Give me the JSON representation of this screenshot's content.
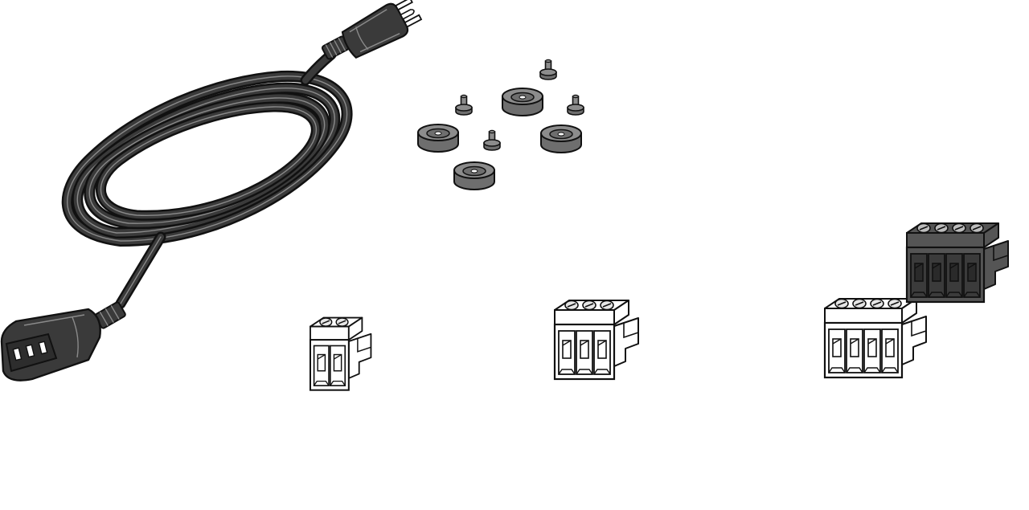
{
  "colors": {
    "background": "#ffffff",
    "outline": "#111111",
    "cable": "#3a3a3a",
    "cable_highlight": "#8a8a8a",
    "rubber": "#8c8c8c",
    "rubber_dark": "#6e6e6e",
    "connector_light": "#ffffff",
    "connector_dark": "#555555",
    "screw_fill": "#e6e6e6"
  },
  "icons": [
    "power-cord-icon",
    "rubber-feet-icon",
    "screw-icon",
    "terminal-block-2pin-icon",
    "terminal-block-3pin-icon",
    "terminal-block-4pin-icon",
    "terminal-block-4pin-dark-icon"
  ],
  "parts": {
    "rubber_feet_count": 4,
    "screws_count": 4,
    "terminal_blocks": [
      {
        "pins": 2,
        "style": "light"
      },
      {
        "pins": 3,
        "style": "light"
      },
      {
        "pins": 4,
        "style": "light"
      },
      {
        "pins": 4,
        "style": "dark"
      }
    ]
  }
}
